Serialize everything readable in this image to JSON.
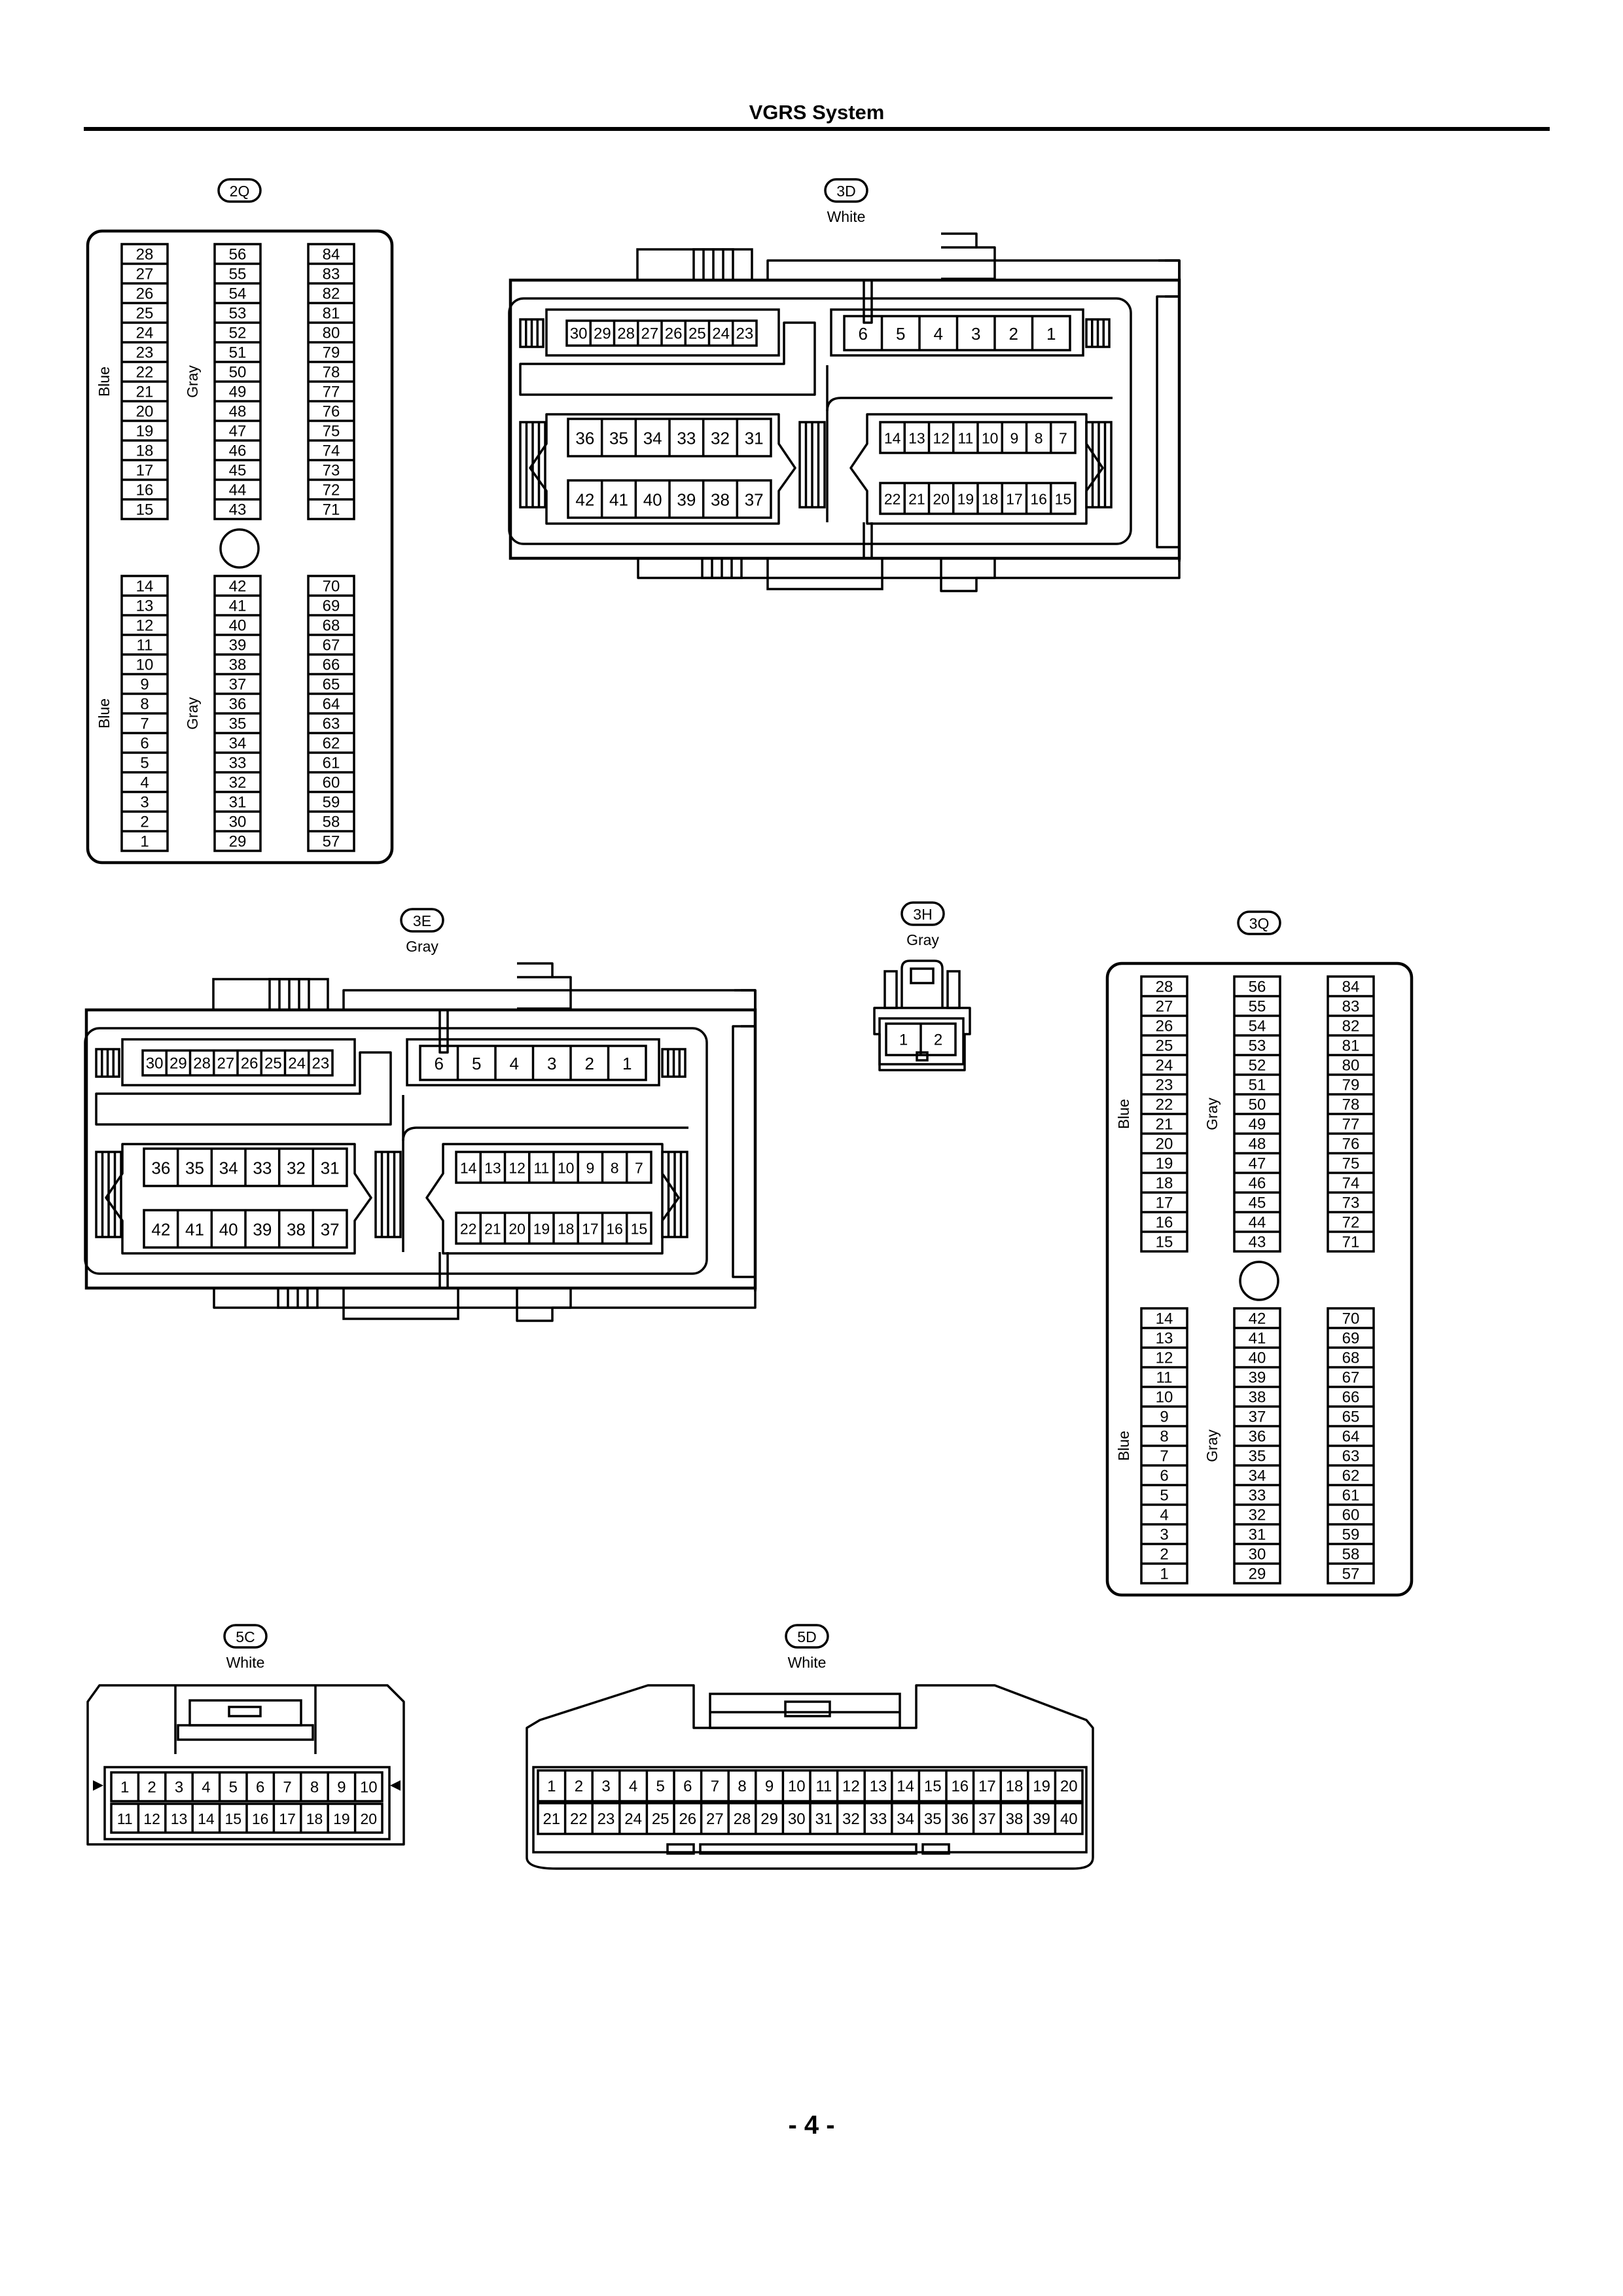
{
  "page": {
    "title": "VGRS System",
    "page_number": "- 4 -"
  },
  "connectors": {
    "c2Q": {
      "code": "2Q",
      "upper_blue_label": "Blue",
      "upper_gray_label": "Gray",
      "lower_blue_label": "Blue",
      "lower_gray_label": "Gray"
    },
    "c3D": {
      "code": "3D",
      "color": "White"
    },
    "c3E": {
      "code": "3E",
      "color": "Gray"
    },
    "c3H": {
      "code": "3H",
      "color": "Gray"
    },
    "c3Q": {
      "code": "3Q",
      "upper_blue_label": "Blue",
      "upper_gray_label": "Gray",
      "lower_blue_label": "Blue",
      "lower_gray_label": "Gray"
    },
    "c5C": {
      "code": "5C",
      "color": "White"
    },
    "c5D": {
      "code": "5D",
      "color": "White"
    }
  },
  "pin_groups": {
    "tall_col_1": [
      "28",
      "27",
      "26",
      "25",
      "24",
      "23",
      "22",
      "21",
      "20",
      "19",
      "18",
      "17",
      "16",
      "15"
    ],
    "tall_col_2": [
      "56",
      "55",
      "54",
      "53",
      "52",
      "51",
      "50",
      "49",
      "48",
      "47",
      "46",
      "45",
      "44",
      "43"
    ],
    "tall_col_3": [
      "84",
      "83",
      "82",
      "81",
      "80",
      "79",
      "78",
      "77",
      "76",
      "75",
      "74",
      "73",
      "72",
      "71"
    ],
    "tall_col_4": [
      "14",
      "13",
      "12",
      "11",
      "10",
      "9",
      "8",
      "7",
      "6",
      "5",
      "4",
      "3",
      "2",
      "1"
    ],
    "tall_col_5": [
      "42",
      "41",
      "40",
      "39",
      "38",
      "37",
      "36",
      "35",
      "34",
      "33",
      "32",
      "31",
      "30",
      "29"
    ],
    "tall_col_6": [
      "70",
      "69",
      "68",
      "67",
      "66",
      "65",
      "64",
      "63",
      "62",
      "61",
      "60",
      "59",
      "58",
      "57"
    ],
    "ecu_row_a": [
      "30",
      "29",
      "28",
      "27",
      "26",
      "25",
      "24",
      "23"
    ],
    "ecu_row_b": [
      "6",
      "5",
      "4",
      "3",
      "2",
      "1"
    ],
    "ecu_row_c": [
      "36",
      "35",
      "34",
      "33",
      "32",
      "31"
    ],
    "ecu_row_d": [
      "14",
      "13",
      "12",
      "11",
      "10",
      "9",
      "8",
      "7"
    ],
    "ecu_row_e": [
      "42",
      "41",
      "40",
      "39",
      "38",
      "37"
    ],
    "ecu_row_f": [
      "22",
      "21",
      "20",
      "19",
      "18",
      "17",
      "16",
      "15"
    ],
    "c3H_pins": [
      "1",
      "2"
    ],
    "c5C_top": [
      "1",
      "2",
      "3",
      "4",
      "5",
      "6",
      "7",
      "8",
      "9",
      "10"
    ],
    "c5C_bottom": [
      "11",
      "12",
      "13",
      "14",
      "15",
      "16",
      "17",
      "18",
      "19",
      "20"
    ],
    "c5D_top": [
      "1",
      "2",
      "3",
      "4",
      "5",
      "6",
      "7",
      "8",
      "9",
      "10",
      "11",
      "12",
      "13",
      "14",
      "15",
      "16",
      "17",
      "18",
      "19",
      "20"
    ],
    "c5D_bottom": [
      "21",
      "22",
      "23",
      "24",
      "25",
      "26",
      "27",
      "28",
      "29",
      "30",
      "31",
      "32",
      "33",
      "34",
      "35",
      "36",
      "37",
      "38",
      "39",
      "40"
    ]
  }
}
